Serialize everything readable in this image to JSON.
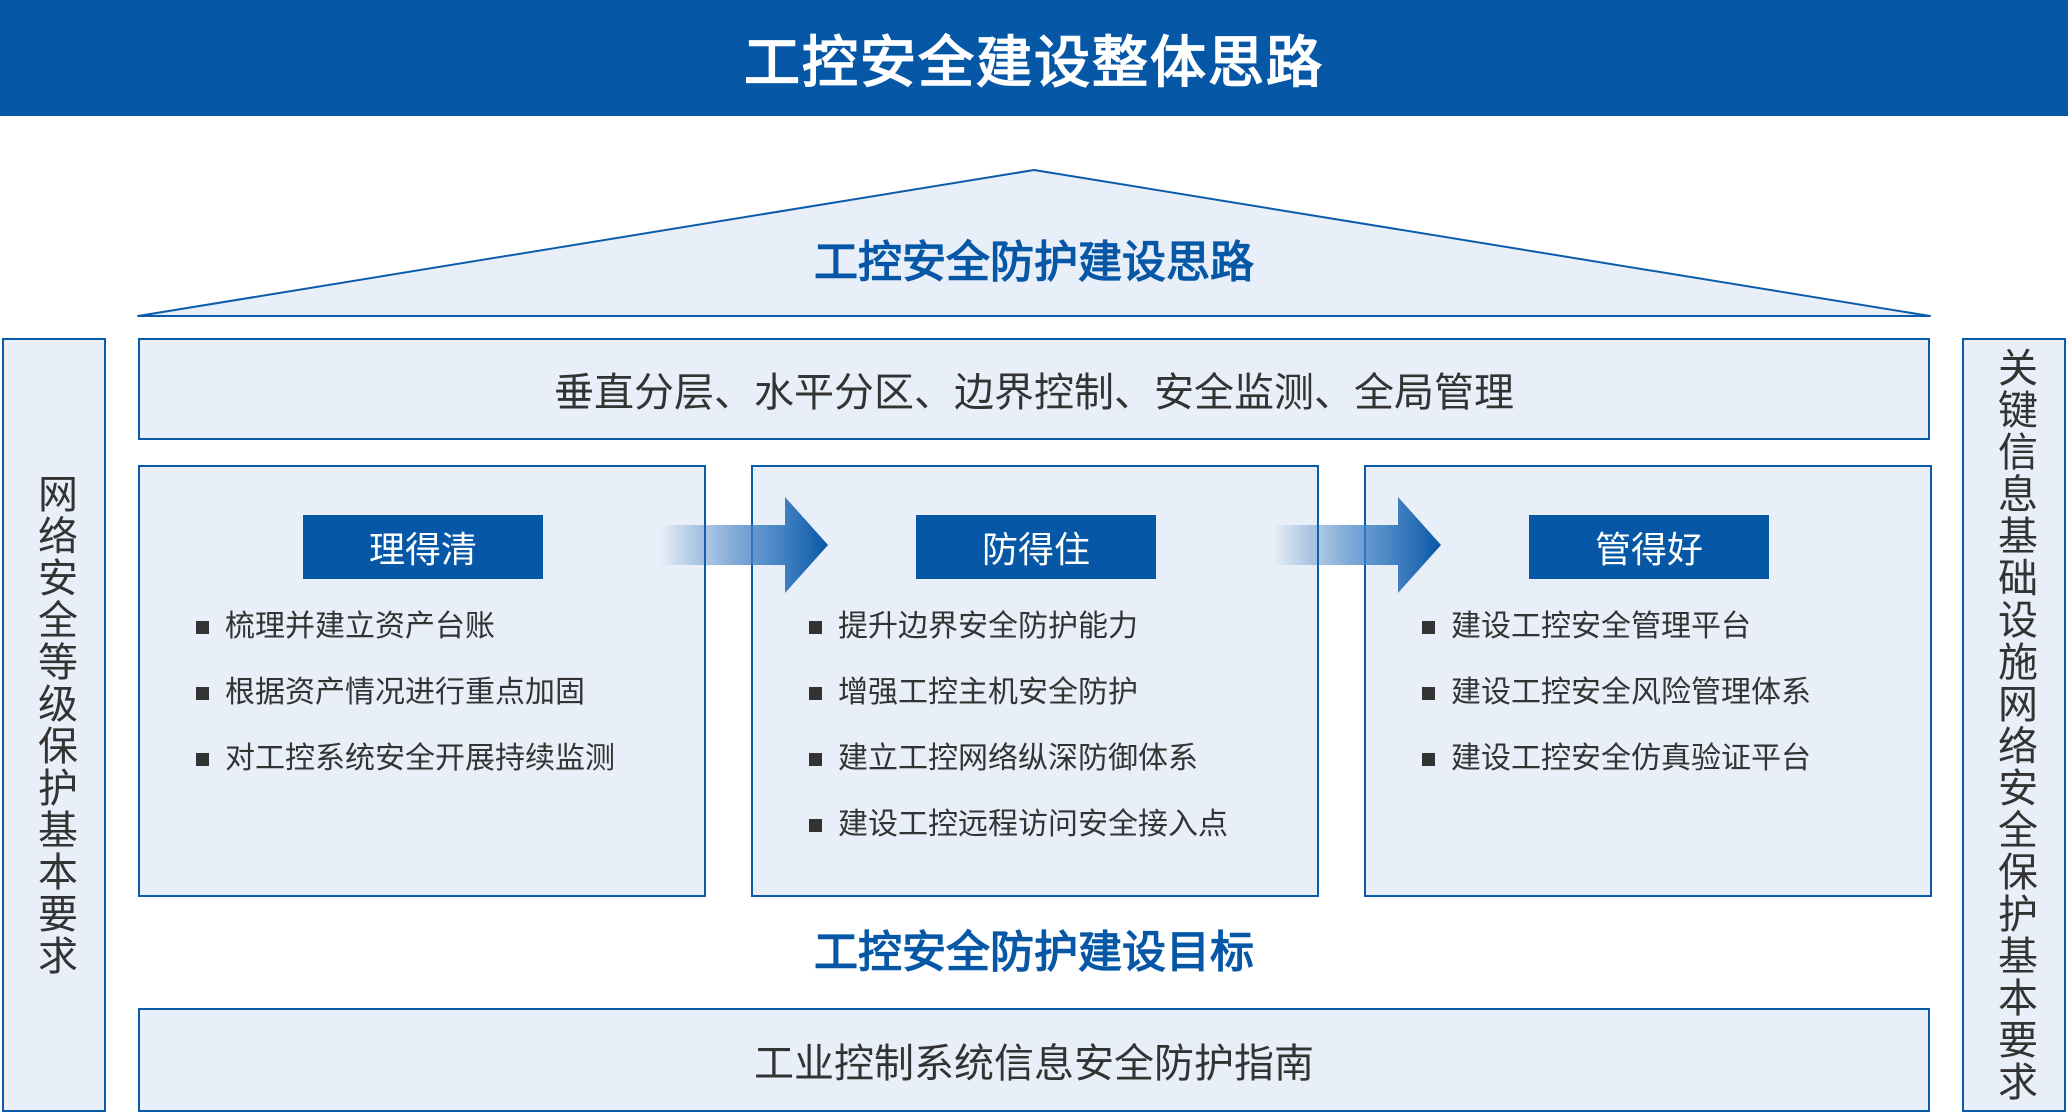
{
  "header": {
    "title": "工控安全建设整体思路"
  },
  "roof": {
    "title": "工控安全防护建设思路"
  },
  "principles": {
    "text": "垂直分层、水平分区、边界控制、安全监测、全局管理"
  },
  "left_side": {
    "text": "网络安全等级保护基本要求"
  },
  "right_side": {
    "text": "关键信息基础设施网络安全保护基本要求"
  },
  "columns": [
    {
      "label": "理得清",
      "items": [
        "梳理并建立资产台账",
        "根据资产情况进行重点加固",
        "对工控系统安全开展持续监测"
      ]
    },
    {
      "label": "防得住",
      "items": [
        "提升边界安全防护能力",
        "增强工控主机安全防护",
        "建立工控网络纵深防御体系",
        "建设工控远程访问安全接入点"
      ]
    },
    {
      "label": "管得好",
      "items": [
        "建设工控安全管理平台",
        "建设工控安全风险管理体系",
        "建设工控安全仿真验证平台"
      ]
    }
  ],
  "goal": {
    "title": "工控安全防护建设目标"
  },
  "guide": {
    "text": "工业控制系统信息安全防护指南"
  },
  "colors": {
    "primary_blue": "#0757a7",
    "panel_fill": "#e9eff8",
    "panel_border": "#0a5cab",
    "text": "#333333"
  }
}
